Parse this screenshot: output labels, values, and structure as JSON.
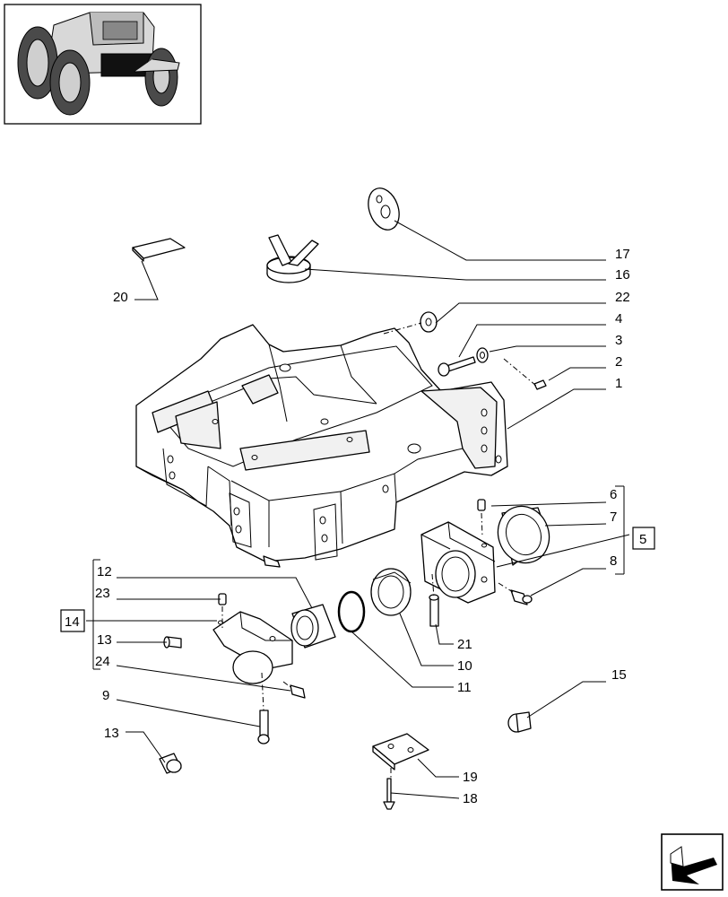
{
  "callouts": [
    {
      "id": "17",
      "text": "17"
    },
    {
      "id": "16",
      "text": "16"
    },
    {
      "id": "20",
      "text": "20"
    },
    {
      "id": "22",
      "text": "22"
    },
    {
      "id": "4",
      "text": "4"
    },
    {
      "id": "3",
      "text": "3"
    },
    {
      "id": "2",
      "text": "2"
    },
    {
      "id": "1",
      "text": "1"
    },
    {
      "id": "6",
      "text": "6"
    },
    {
      "id": "7",
      "text": "7"
    },
    {
      "id": "5",
      "text": "5"
    },
    {
      "id": "8",
      "text": "8"
    },
    {
      "id": "12",
      "text": "12"
    },
    {
      "id": "23",
      "text": "23"
    },
    {
      "id": "14",
      "text": "14"
    },
    {
      "id": "13a",
      "text": "13"
    },
    {
      "id": "24",
      "text": "24"
    },
    {
      "id": "21",
      "text": "21"
    },
    {
      "id": "10",
      "text": "10"
    },
    {
      "id": "11",
      "text": "11"
    },
    {
      "id": "15",
      "text": "15"
    },
    {
      "id": "9",
      "text": "9"
    },
    {
      "id": "13b",
      "text": "13"
    },
    {
      "id": "19",
      "text": "19"
    },
    {
      "id": "18",
      "text": "18"
    }
  ],
  "icons": {
    "thumbnail": "tractor-location-thumbnail",
    "nav": "next-page-arrow-icon"
  }
}
